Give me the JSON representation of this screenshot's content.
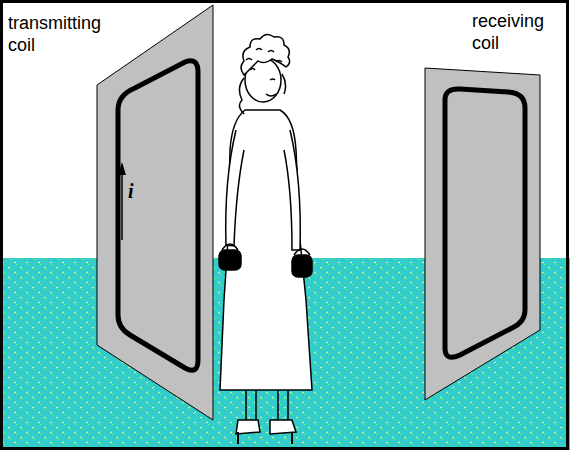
{
  "diagram": {
    "labels": [
      "transmitting coil",
      "receiving coil",
      "i"
    ]
  }
}
